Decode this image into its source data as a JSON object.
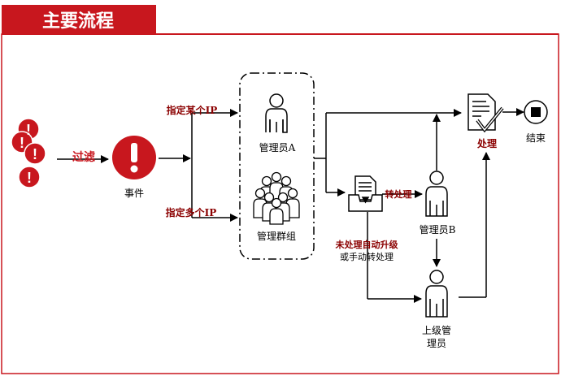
{
  "header": {
    "title": "主要流程"
  },
  "colors": {
    "accent": "#c8171e",
    "dark_red": "#8b0000",
    "line": "#000000",
    "person_fill": "#ffffff"
  },
  "labels": {
    "filter": "过滤",
    "event": "事件",
    "specify_one_ip": "指定某个IP",
    "specify_multi_ip": "指定多个IP",
    "admin_a": "管理员A",
    "admin_group": "管理群组",
    "transfer": "转处理",
    "admin_b": "管理员B",
    "unprocessed_line1": "未处理自动升级",
    "unprocessed_line2": "或手动转处理",
    "superior_line1": "上级管",
    "superior_line2": "理员",
    "process": "处理",
    "end": "结束"
  },
  "icons": {
    "alerts": "alert-cluster-icon",
    "event": "exclamation-icon",
    "admin": "person-icon",
    "group": "people-group-icon",
    "inbox": "inbox-tray-icon",
    "document": "document-check-icon",
    "end": "stop-icon"
  }
}
